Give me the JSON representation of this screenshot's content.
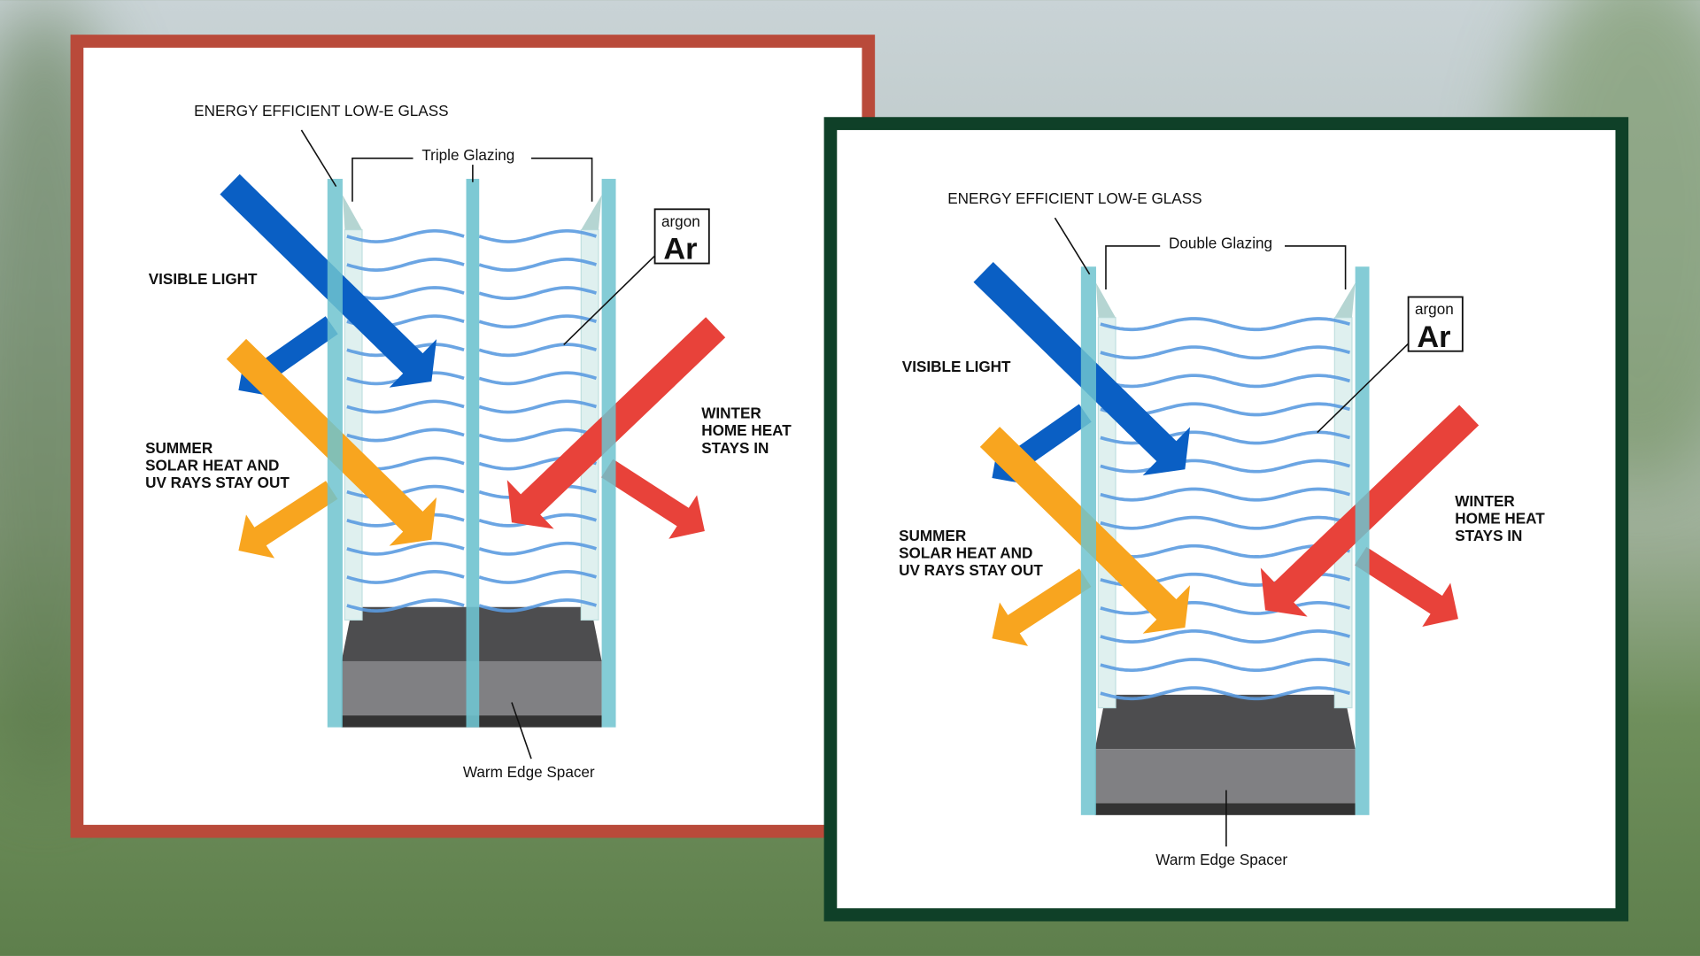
{
  "left_panel": {
    "frame_color": "#b94a3a",
    "low_e_label": "ENERGY EFFICIENT LOW-E GLASS",
    "glazing_label": "Triple Glazing",
    "visible_light": "VISIBLE LIGHT",
    "summer": [
      "SUMMER",
      "SOLAR HEAT AND",
      "UV RAYS STAY OUT"
    ],
    "winter": [
      "WINTER",
      "HOME HEAT",
      "STAYS IN"
    ],
    "argon_name": "argon",
    "argon_symbol": "Ar",
    "spacer_label": "Warm Edge Spacer"
  },
  "right_panel": {
    "frame_color": "#0f4028",
    "low_e_label": "ENERGY EFFICIENT LOW-E GLASS",
    "glazing_label": "Double Glazing",
    "visible_light": "VISIBLE LIGHT",
    "summer": [
      "SUMMER",
      "SOLAR HEAT AND",
      "UV RAYS STAY OUT"
    ],
    "winter": [
      "WINTER",
      "HOME HEAT",
      "STAYS IN"
    ],
    "argon_name": "argon",
    "argon_symbol": "Ar",
    "spacer_label": "Warm Edge Spacer"
  },
  "colors": {
    "blue": "#0a5fc4",
    "orange": "#f8a51f",
    "red": "#e8423a",
    "glass": "#6fc3cf",
    "wave": "#5b9be0"
  }
}
